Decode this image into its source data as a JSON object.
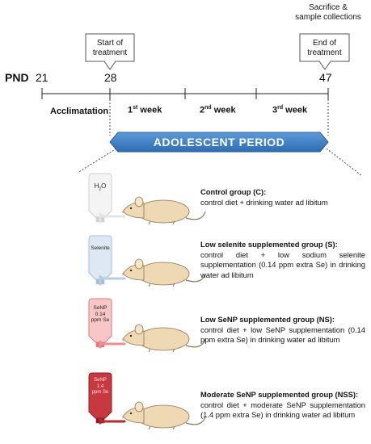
{
  "timeline": {
    "pnd_label": "PND",
    "ticks": [
      "21",
      "28",
      "47"
    ],
    "start_callout": [
      "Start of",
      "treatment"
    ],
    "end_callout": [
      "End of",
      "treatment"
    ],
    "sacrifice_note": [
      "Sacrifice &",
      "sample collections"
    ],
    "acclimation_label": "Acclimatation",
    "weeks": [
      {
        "num": "1",
        "sup": "st",
        "word": " week"
      },
      {
        "num": "2",
        "sup": "nd",
        "word": " week"
      },
      {
        "num": "3",
        "sup": "rd",
        "word": " week"
      }
    ],
    "period_label": "ADOLESCENT PERIOD"
  },
  "groups": [
    {
      "bottle_label": [
        "H",
        "2",
        "O"
      ],
      "title": "Control group (C):",
      "desc": "control diet + drinking water ad libitum",
      "bottle_color": "#f4f4f4",
      "bottle_edge": "#cfcfcf",
      "tube_color": "#e4e4e4"
    },
    {
      "bottle_label": [
        "Selenite"
      ],
      "title": "Low selenite supplemented group (S):",
      "desc": "control diet + low sodium selenite supplementation (0.14 ppm extra Se) in drinking water ad libitum",
      "bottle_color": "#dde8f3",
      "bottle_edge": "#a9bfd6",
      "tube_color": "#b7cde4"
    },
    {
      "bottle_label": [
        "SeNP",
        "0.14",
        "ppm Se"
      ],
      "title": "Low SeNP supplemented group (NS):",
      "desc": "control diet + low SeNP supplementation (0.14 ppm extra Se) in drinking water ad libitum",
      "bottle_color": "#f8c6c6",
      "bottle_edge": "#e07a7a",
      "tube_color": "#ef8d8d"
    },
    {
      "bottle_label": [
        "SeNP",
        "1.4",
        "ppm Se"
      ],
      "title": "Moderate SeNP supplemented group (NSS):",
      "desc": "control diet + moderate SeNP supplementation (1.4 ppm extra Se) in drinking water ad libitum",
      "bottle_color": "#c8383f",
      "bottle_edge": "#8f1c22",
      "tube_color": "#b42a30"
    }
  ],
  "colors": {
    "banner_fill": "#3d7fc7",
    "banner_edge": "#2a5f9a",
    "banner_text": "#ffffff",
    "rat_body": "#efd9b4",
    "rat_edge": "#8a7452"
  }
}
